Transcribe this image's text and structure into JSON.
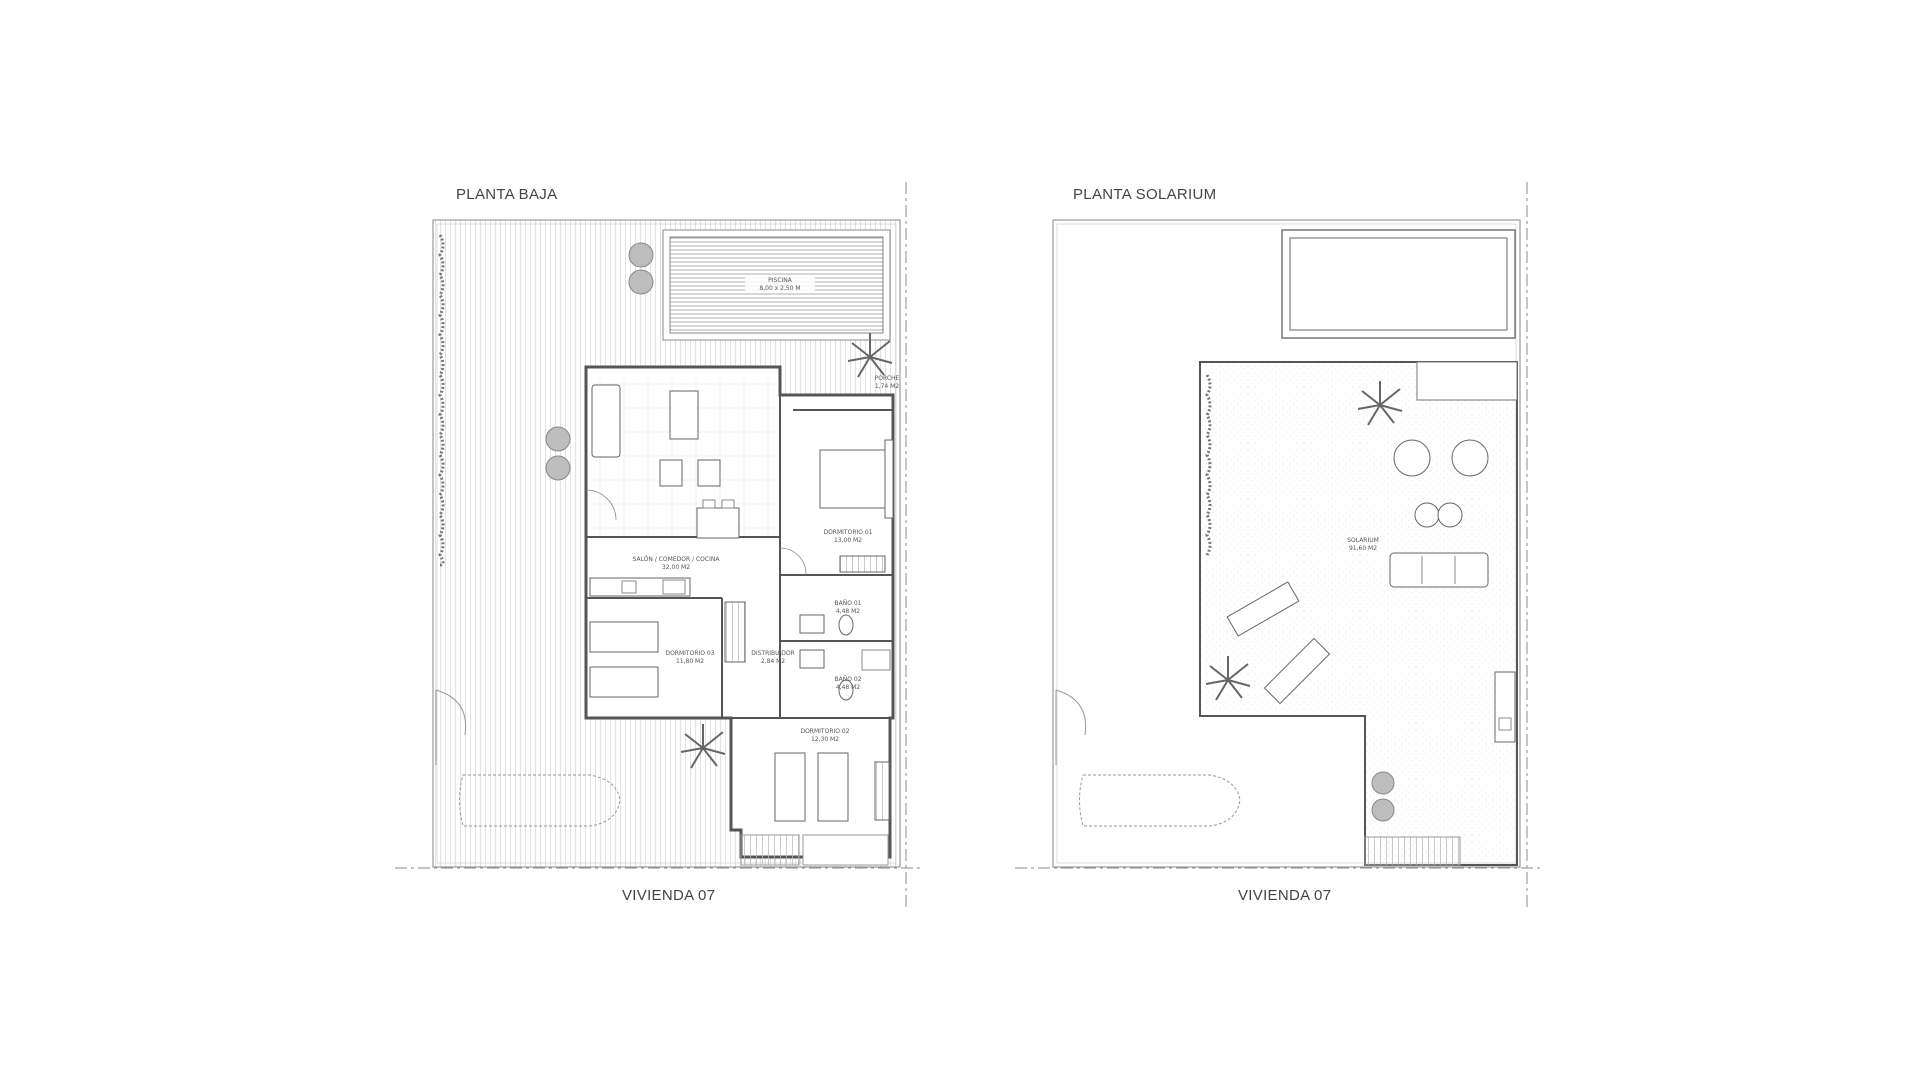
{
  "left_plan": {
    "title": "PLANTA BAJA",
    "caption": "VIVIENDA 07",
    "rooms": [
      {
        "name": "PISCINA",
        "area": "8,00 x 2,50 M"
      },
      {
        "name": "PORCHE",
        "area": "1,74 M2"
      },
      {
        "name": "DORMITORIO 01",
        "area": "13,00 M2"
      },
      {
        "name": "SALÓN / COMEDOR / COCINA",
        "area": "32,00 M2"
      },
      {
        "name": "BAÑO 01",
        "area": "4,48 M2"
      },
      {
        "name": "DORMITORIO 03",
        "area": "11,80 M2"
      },
      {
        "name": "DISTRIBUIDOR",
        "area": "2,84 M2"
      },
      {
        "name": "BAÑO 02",
        "area": "4,48 M2"
      },
      {
        "name": "DORMITORIO 02",
        "area": "12,30 M2"
      }
    ]
  },
  "right_plan": {
    "title": "PLANTA SOLARIUM",
    "caption": "VIVIENDA 07",
    "rooms": [
      {
        "name": "SOLARIUM",
        "area": "91,60 M2"
      }
    ]
  }
}
